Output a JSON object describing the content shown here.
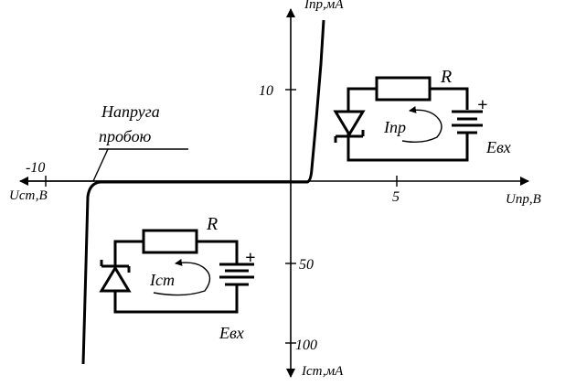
{
  "diagram": {
    "axes": {
      "y_positive_label": "Iпр,мА",
      "y_negative_label": "Iст,мА",
      "x_positive_label": "Uпр,В",
      "x_negative_label": "Uст,В"
    },
    "ticks": {
      "x_pos_5": "5",
      "x_neg_10": "-10",
      "y_pos_10": "10",
      "y_neg_50": "50",
      "y_neg_100": "100"
    },
    "annotation": {
      "line1": "Напруга",
      "line2": "пробою"
    },
    "circuit_forward": {
      "resistor": "R",
      "current": "Iпр",
      "source": "Евх",
      "polarity": "+"
    },
    "circuit_reverse": {
      "resistor": "R",
      "current": "Iст",
      "source": "Евх",
      "polarity": "+"
    }
  }
}
